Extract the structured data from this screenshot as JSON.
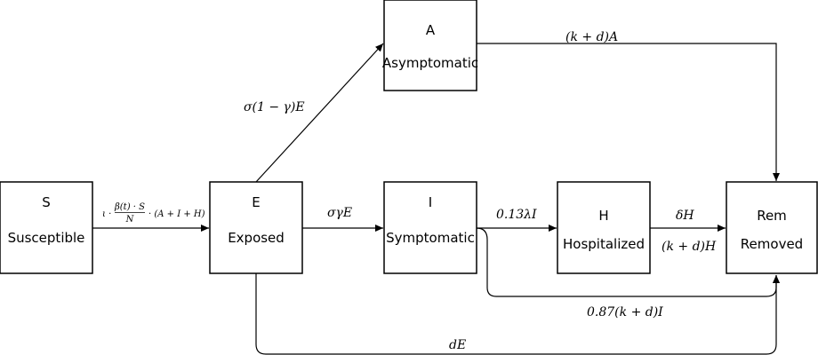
{
  "compartments": {
    "S": {
      "code": "S",
      "name": "Susceptible"
    },
    "E": {
      "code": "E",
      "name": "Exposed"
    },
    "A": {
      "code": "A",
      "name": "Asymptomatic"
    },
    "I": {
      "code": "I",
      "name": "Symptomatic"
    },
    "H": {
      "code": "H",
      "name": "Hospitalized"
    },
    "Rem": {
      "code": "Rem",
      "name": "Removed"
    }
  },
  "rates": {
    "S_to_E": {
      "frac_num": "β(t) · S",
      "frac_den": "N",
      "suffix": "· (A + I + H)"
    },
    "E_to_A": "σ(1 − γ)E",
    "A_to_Rem": "(k + d)A",
    "E_to_I": "σγE",
    "I_to_H": "0.13λI",
    "H_to_Rem_delta": "δH",
    "H_to_Rem_kd": "(k + d)H",
    "I_to_Rem": "0.87(k + d)I",
    "E_to_Rem": "dE"
  }
}
